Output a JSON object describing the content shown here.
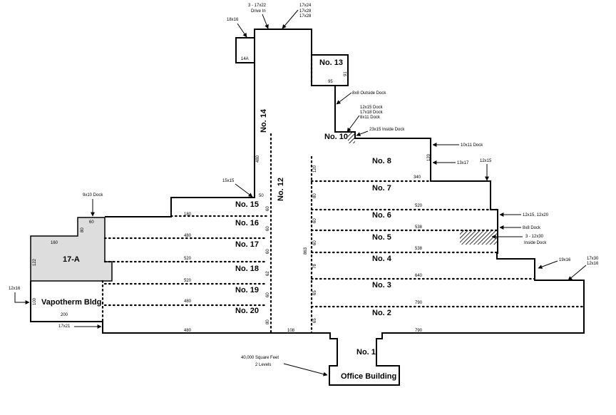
{
  "buildings": {
    "no1": "No. 1",
    "no2": "No. 2",
    "no3": "No. 3",
    "no4": "No. 4",
    "no5": "No. 5",
    "no6": "No. 6",
    "no7": "No. 7",
    "no8": "No. 8",
    "no10": "No. 10",
    "no12": "No. 12",
    "no13": "No. 13",
    "no14": "No. 14",
    "no15": "No. 15",
    "no16": "No. 16",
    "no17": "No. 17",
    "no18": "No. 18",
    "no19": "No. 19",
    "no20": "No. 20",
    "b17a": "17-A",
    "b14a": "14A",
    "vapotherm": "Vapotherm Bldg.",
    "office": "Office Building"
  },
  "callouts": {
    "drive_in_1": "3 - 17x22",
    "drive_in_2": "Drive In",
    "top_1": "17x24",
    "top_2": "17x28",
    "top_3": "17x28",
    "c18x16": "18x16",
    "outside_dock": "8x8 Outside Dock",
    "dock_1": "12x15 Dock",
    "dock_2": "17x18 Dock",
    "dock_3": "8x11 Dock",
    "inside_dock": "23x15 Inside Dock",
    "dock_10x11": "10x11 Dock",
    "c13x17": "13x17",
    "c12x15": "12x15",
    "c15x15": "15x15",
    "dock_9x10": "9x10 Dock",
    "c12x15_12x20": "12x15, 12x20",
    "dock_8x8": "8x8 Dock",
    "inside_dock_3a": "3 - 12x30",
    "inside_dock_3b": "Inside Dock",
    "c19x16": "19x16",
    "c17x30": "17x30",
    "c12x16r": "12x16",
    "c12x16l": "12x16",
    "c17x21": "17x21",
    "sqft_1": "40,000 Square Feet",
    "sqft_2": "2 Levels"
  },
  "dimensions": {
    "d95": "95",
    "d91": "91",
    "d480v": "480",
    "d50": "50",
    "d60a": "60",
    "d60b": "60",
    "d60c": "60",
    "d62": "62",
    "d60d": "60",
    "d80a": "80",
    "d108": "108",
    "d480b": "480",
    "d180": "180",
    "d480c": "480",
    "d520a": "520",
    "d520b": "520",
    "d480d": "480",
    "d200": "200",
    "d160": "160",
    "d60e": "60",
    "d80b": "80",
    "d122": "122",
    "d100": "100",
    "d120a": "120",
    "d120b": "120",
    "d80c": "80",
    "d60f": "60",
    "d60g": "60",
    "d78": "78",
    "d65a": "65",
    "d65b": "65",
    "d863": "863",
    "d340": "340",
    "d520c": "520",
    "d538a": "538",
    "d538b": "538",
    "d640": "640",
    "d790a": "790",
    "d790b": "790"
  }
}
